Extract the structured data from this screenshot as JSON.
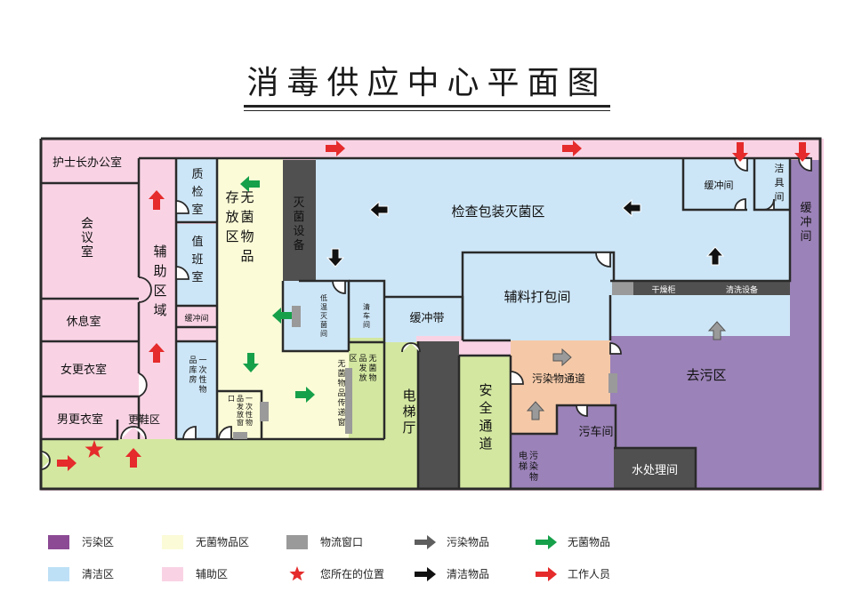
{
  "title": "消毒供应中心平面图",
  "colors": {
    "polluted": "#9b82b8",
    "clean": "#cde6f7",
    "sterile": "#fbfbd7",
    "auxiliary": "#f9d3e4",
    "corridor": "#d3e7a0",
    "dirty_path": "#f5c9a8",
    "window": "#9a9a9a",
    "equipment": "#505050",
    "wall": "#2a2a2a",
    "arrow_staff": "#e52b2b",
    "arrow_sterile": "#16a04a",
    "arrow_dirty": "#5e5e5e",
    "arrow_clean": "#111111",
    "star": "#e52b2b"
  },
  "rooms": {
    "head_nurse_office": "护士长办公室",
    "meeting_room": "会议室",
    "rest_room": "休息室",
    "women_locker": "女更衣室",
    "men_locker": "男更衣室",
    "shoe_change": "更鞋区",
    "aux_area": "辅助区域",
    "qc_room": "质检室",
    "duty_room": "值班室",
    "buffer_small": "缓冲间",
    "storage_disposable": "一次性物品库房",
    "disposable_window": "一次性物品发放窗口",
    "sterile_storage": "无菌物品存放区",
    "sterile_transfer": "无菌物品传递窗",
    "sterile_dispatch": "无菌物品发放区",
    "sterilizer": "灭菌设备",
    "low_temp": "低温灭菌间",
    "cart_room_clean": "清车间",
    "buffer_belt": "缓冲带",
    "inspect_pack": "检查包装灭菌区",
    "dressing_pack": "辅料打包间",
    "buffer_top": "缓冲间",
    "cleaning_tools": "洁具间",
    "buffer_right": "缓冲间",
    "dryer": "干燥柜",
    "washer": "清洗设备",
    "elevator_hall": "电梯厅",
    "safety_exit": "安全通道",
    "dirty_corridor": "污染物通道",
    "decontam": "去污区",
    "dirty_elevator": "污染物电梯",
    "dirty_cart": "污车间",
    "water_treatment": "水处理间"
  },
  "legend": [
    {
      "label": "污染区",
      "kind": "swatch",
      "color": "#8c4a94"
    },
    {
      "label": "无菌物品区",
      "kind": "swatch",
      "color": "#fbfbd7"
    },
    {
      "label": "物流窗口",
      "kind": "swatch",
      "color": "#9a9a9a"
    },
    {
      "label": "污染物品",
      "kind": "arrow",
      "color": "#5e5e5e"
    },
    {
      "label": "无菌物品",
      "kind": "arrow",
      "color": "#16a04a"
    },
    {
      "label": "清洁区",
      "kind": "swatch",
      "color": "#bde0f6"
    },
    {
      "label": "辅助区",
      "kind": "swatch",
      "color": "#f9d3e4"
    },
    {
      "label": "您所在的位置",
      "kind": "star",
      "color": "#e52b2b"
    },
    {
      "label": "清洁物品",
      "kind": "arrow",
      "color": "#111111"
    },
    {
      "label": "工作人员",
      "kind": "arrow",
      "color": "#e52b2b"
    }
  ]
}
